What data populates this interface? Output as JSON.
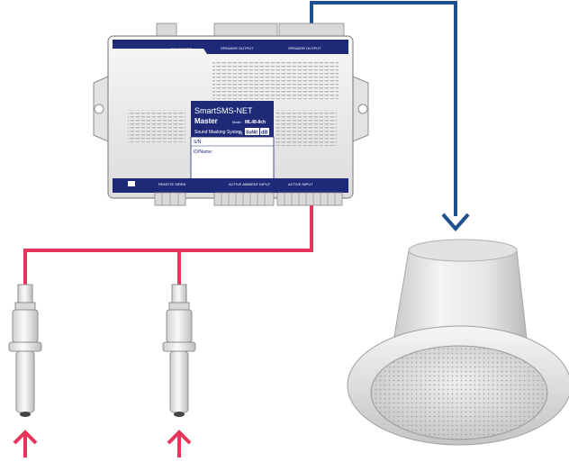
{
  "device": {
    "model_name": "SmartSMS-NET",
    "variant": "Master",
    "model_prefix": "Model",
    "model_code": "ML48-8ch",
    "subtitle": "Sound Masking System",
    "by_label": "by",
    "brand_sonit": "SoNit",
    "brand_db": "dB",
    "sn_label": "S/N:",
    "id_label": "ID/Name:",
    "top_label_power": "24V POWER",
    "top_label_speaker_out_a": "SPEAKER OUTPUT",
    "top_label_speaker_out_b": "SPEAKER OUTPUT",
    "bottom_label_remote": "REMOTE SIREN",
    "bottom_label_ambient_a": "ACTIVE AMBIENT INPUT",
    "bottom_label_ambient_b": "ACTIVE INPUT",
    "panel_color": "#1e2a78"
  },
  "connections": {
    "speaker_line_color": "#1f4f8f",
    "sensor_line_color": "#e8345a"
  },
  "icons": {
    "speaker_arrow": "arrow-down-icon",
    "sensor_arrow": "arrow-up-icon"
  }
}
